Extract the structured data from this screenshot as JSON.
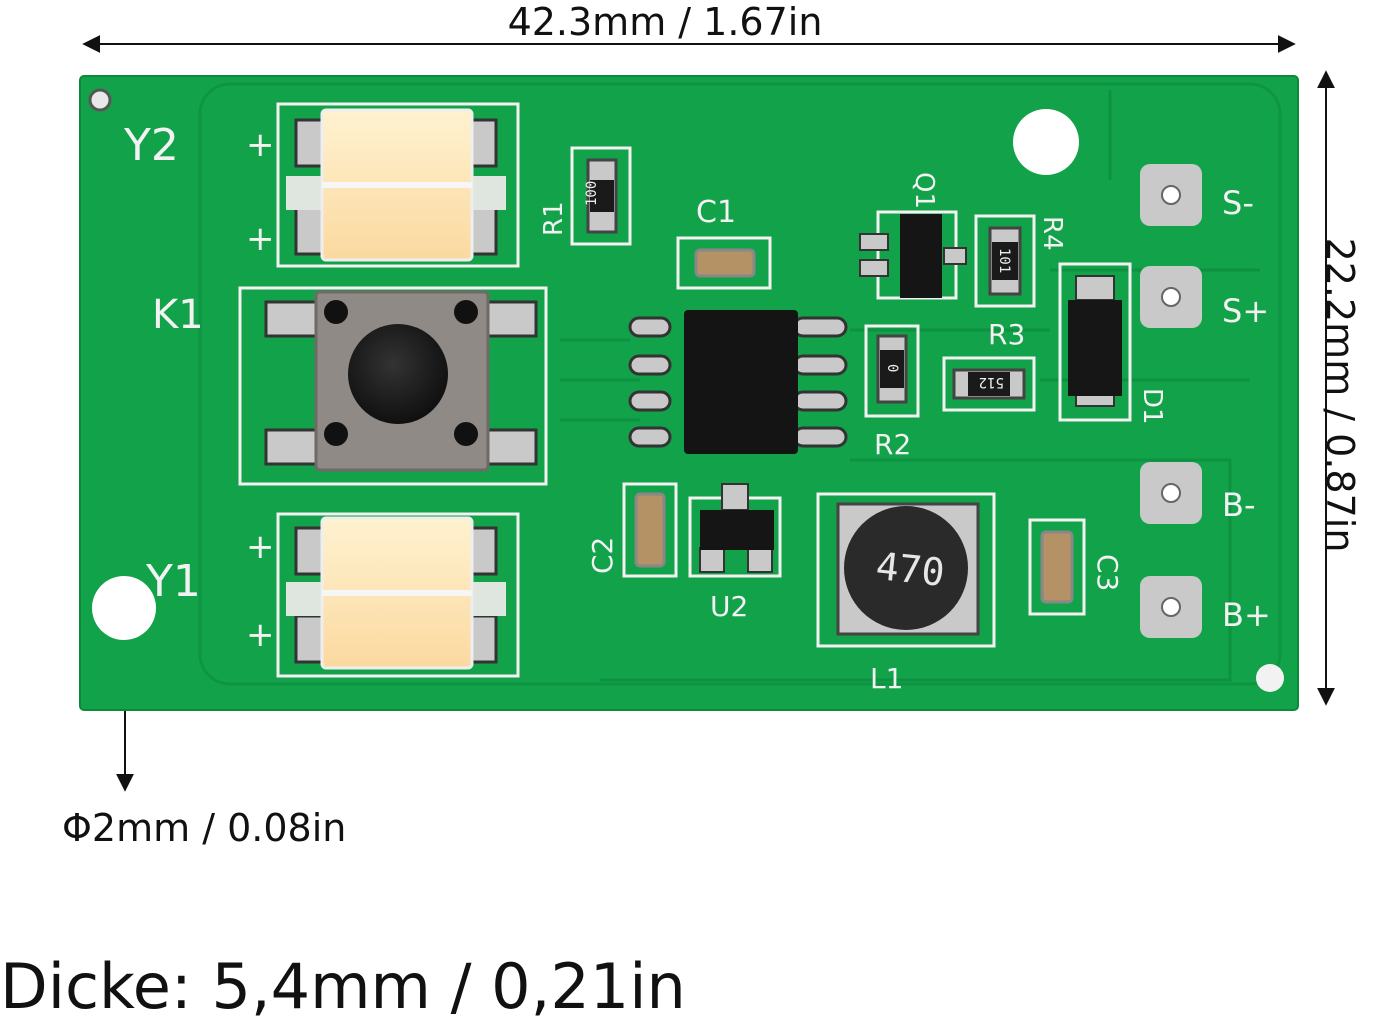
{
  "dimensions": {
    "width": "42.3mm / 1.67in",
    "height": "22.2mm / 0.87in",
    "hole": "Φ2mm / 0.08in",
    "thickness": "Dicke: 5,4mm / 0,21in"
  },
  "silkscreen": {
    "y2": "Y2",
    "y1": "Y1",
    "k1": "K1",
    "plus": "+",
    "c1": "C1",
    "c2": "C2",
    "c3": "C3",
    "r1": "R1",
    "r2": "R2",
    "r3": "R3",
    "r4": "R4",
    "q1": "Q1",
    "d1": "D1",
    "u2": "U2",
    "l1": "L1",
    "s_minus": "S-",
    "s_plus": "S+",
    "b_minus": "B-",
    "b_plus": "B+"
  },
  "markings": {
    "r1": "100",
    "r2": "0",
    "r3": "512",
    "r4": "101",
    "inductor": "470"
  },
  "colors": {
    "pcb": "#12a24a",
    "led": "#fde6b0",
    "pad": "#c9c9c9"
  }
}
